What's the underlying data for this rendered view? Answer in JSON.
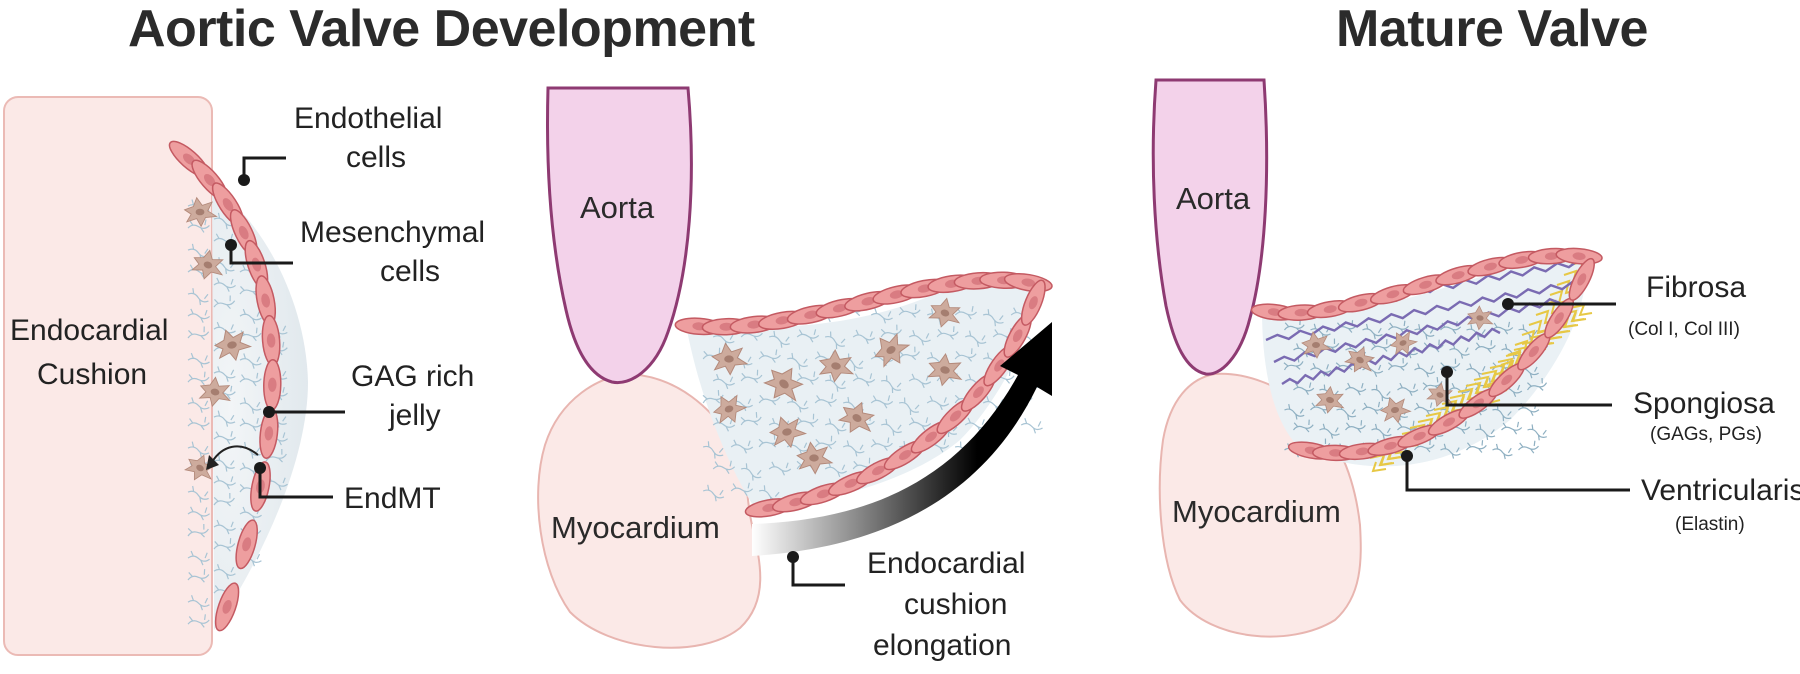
{
  "titles": {
    "left": "Aortic Valve Development",
    "right": "Mature Valve"
  },
  "panel1": {
    "cushion": [
      "Endocardial",
      "Cushion"
    ],
    "endothelial": [
      "Endothelial",
      "cells"
    ],
    "mesenchymal": [
      "Mesenchymal",
      "cells"
    ],
    "gag": [
      "GAG rich",
      "jelly"
    ],
    "endmt": "EndMT"
  },
  "panel2": {
    "aorta": "Aorta",
    "myocardium": "Myocardium",
    "elongation": [
      "Endocardial",
      "cushion",
      "elongation"
    ]
  },
  "panel3": {
    "aorta": "Aorta",
    "myocardium": "Myocardium",
    "fibrosa": {
      "name": "Fibrosa",
      "detail": "(Col I, Col III)"
    },
    "spongiosa": {
      "name": "Spongiosa",
      "detail": "(GAGs, PGs)"
    },
    "ventricularis": {
      "name": "Ventricularis",
      "detail": "(Elastin)"
    }
  },
  "colors": {
    "aorta_fill": "#f3d2ea",
    "aorta_stroke": "#8e3a72",
    "myocardium_fill": "#fbe9e7",
    "myocardium_stroke": "#e8b5b0",
    "endothelium_fill": "#ee9e9f",
    "endothelium_stroke": "#c45a62",
    "mesenchymal_fill": "#cdab9d",
    "jelly_fill": "#e8eff3",
    "gag_strand": "#a8c4d4",
    "fibrosa_fiber": "#7a6bb2",
    "ventricularis_fiber": "#e7c845",
    "arrow": "#111111"
  }
}
